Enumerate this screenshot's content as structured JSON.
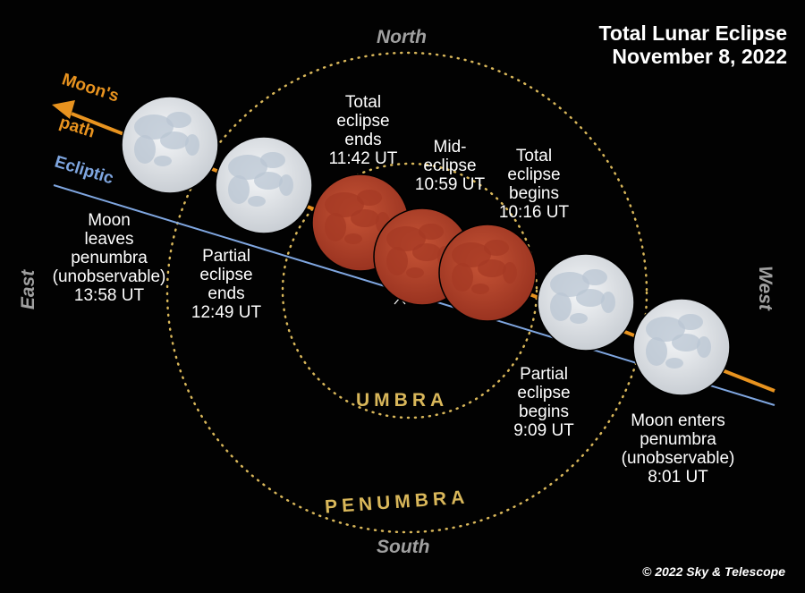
{
  "title_line1": "Total Lunar Eclipse",
  "title_line2": "November 8, 2022",
  "directions": {
    "north": "North",
    "south": "South",
    "east": "East",
    "west": "West"
  },
  "shadows": {
    "umbra": "UMBRA",
    "penumbra": "PENUMBRA"
  },
  "path_label": [
    "Moon's",
    "path"
  ],
  "ecliptic_label": "Ecliptic",
  "events": [
    {
      "lines": [
        "Moon",
        "leaves",
        "penumbra",
        "(unobservable)",
        "13:58 UT"
      ]
    },
    {
      "lines": [
        "Partial",
        "eclipse",
        "ends",
        "12:49 UT"
      ]
    },
    {
      "lines": [
        "Total",
        "eclipse",
        "ends",
        "11:42 UT"
      ]
    },
    {
      "lines": [
        "Mid-",
        "eclipse",
        "10:59 UT"
      ]
    },
    {
      "lines": [
        "Total",
        "eclipse",
        "begins",
        "10:16 UT"
      ]
    },
    {
      "lines": [
        "Partial",
        "eclipse",
        "begins",
        "9:09 UT"
      ]
    },
    {
      "lines": [
        "Moon enters",
        "penumbra",
        "(unobservable)",
        "8:01 UT"
      ]
    }
  ],
  "copyright": "© 2022 Sky & Telescope",
  "colors": {
    "path": "#e8931f",
    "ecliptic": "#7fa6e0",
    "shadow_ring": "#d9b75a",
    "eclipsed_moon": "#b4422a",
    "moon": "#dde3ea"
  }
}
